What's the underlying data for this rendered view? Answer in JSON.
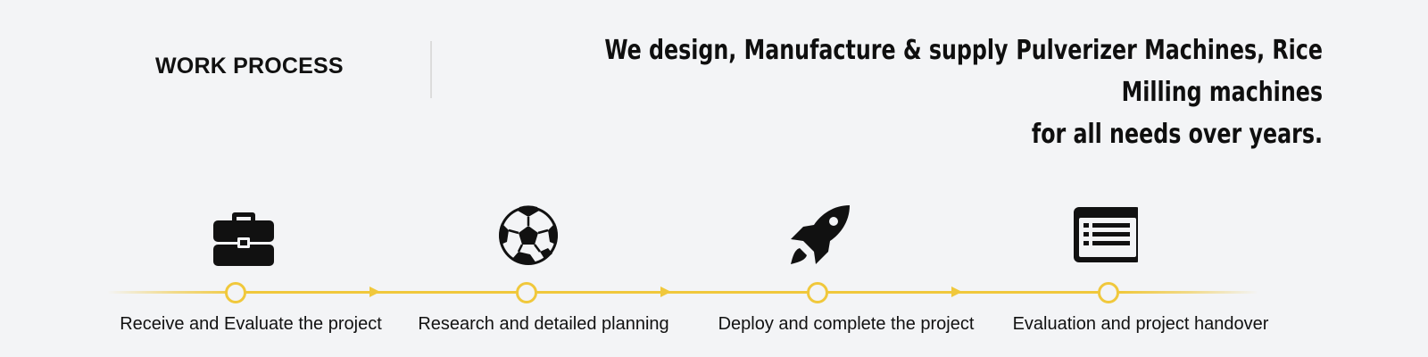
{
  "header": {
    "section_title": "WORK PROCESS",
    "tagline_line1_part1": "We design, Manufacture & supply",
    "tagline_line1_part2": "Pulverizer Machines, Rice Milling machines",
    "tagline_line2": "for all needs over years."
  },
  "process": {
    "steps": [
      {
        "label": "Receive and Evaluate the project",
        "icon": "briefcase-icon"
      },
      {
        "label": "Research and detailed planning",
        "icon": "soccer-ball-icon"
      },
      {
        "label": "Deploy and complete the project",
        "icon": "rocket-icon"
      },
      {
        "label": "Evaluation and project handover",
        "icon": "list-window-icon"
      }
    ]
  },
  "colors": {
    "background": "#f3f4f6",
    "accent": "#f0c83c",
    "text": "#111111"
  }
}
